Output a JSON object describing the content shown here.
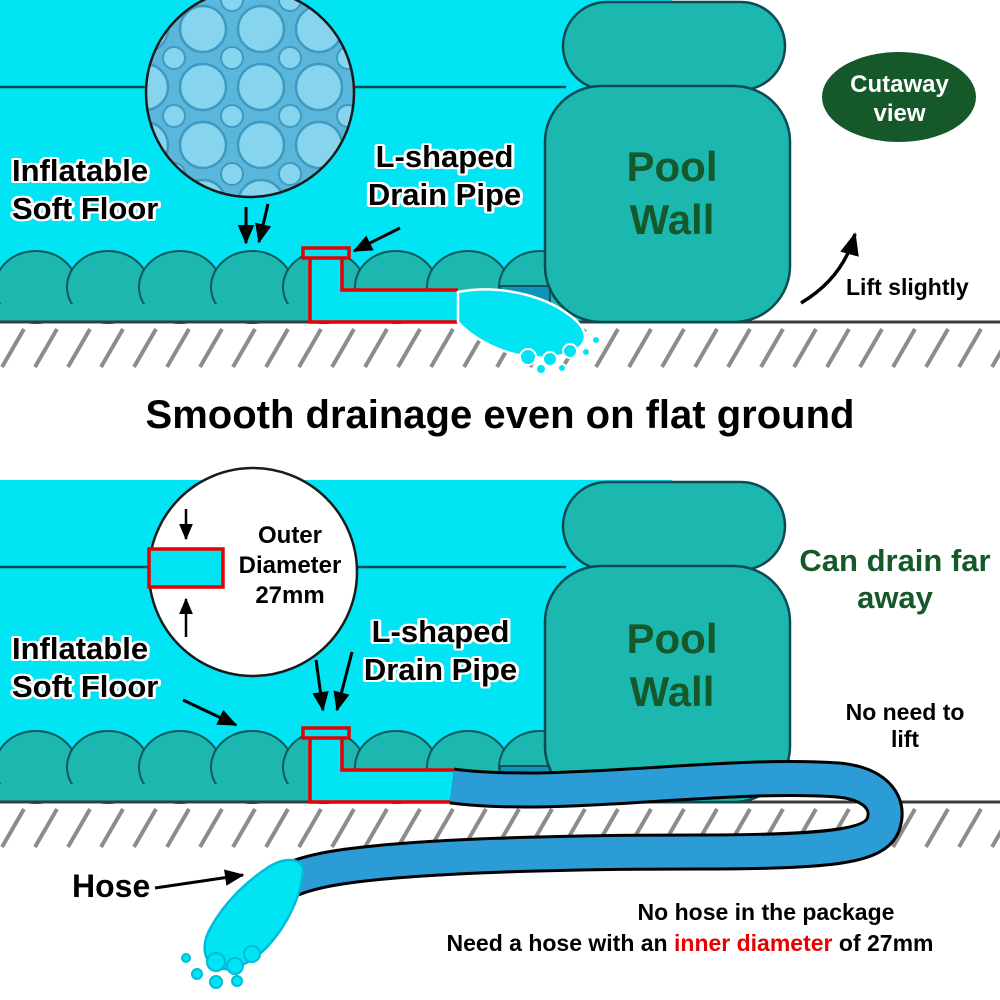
{
  "colors": {
    "water_cyan": "#00e4f4",
    "pool_teal": "#1cb8b0",
    "dark_green": "#15582a",
    "pipe_red": "#e60000",
    "hose_blue": "#2b9cd6",
    "ground_gray": "#8c8c8c"
  },
  "top_panel": {
    "inflatable_label": "Inflatable Soft Floor",
    "pipe_label": "L-shaped Drain Pipe",
    "pool_wall_label": "Pool Wall",
    "badge_label": "Cutaway view",
    "lift_label": "Lift slightly"
  },
  "heading": "Smooth drainage even on flat ground",
  "bottom_panel": {
    "diameter_label": "Outer Diameter 27mm",
    "inflatable_label": "Inflatable Soft Floor",
    "pipe_label": "L-shaped Drain Pipe",
    "pool_wall_label": "Pool Wall",
    "drain_far_label": "Can drain far away",
    "no_need_label": "No need to lift",
    "hose_label": "Hose",
    "note_no_hose": "No hose in the package",
    "note_need_prefix": "Need a hose with an ",
    "note_need_highlight": "inner diameter",
    "note_need_suffix": " of 27mm"
  }
}
